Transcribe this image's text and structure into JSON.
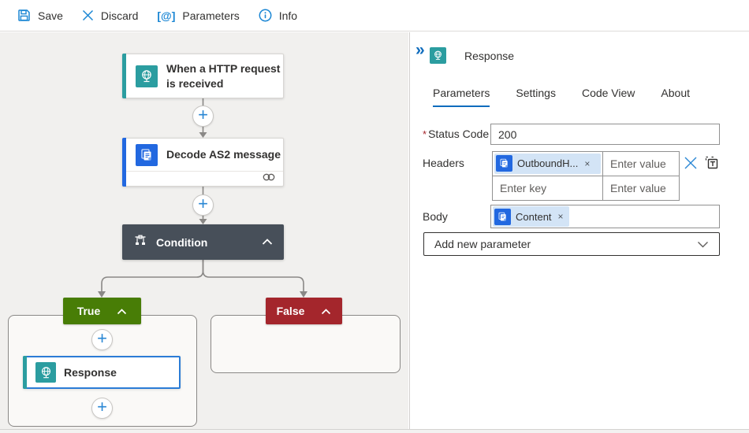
{
  "toolbar": {
    "buttons": [
      {
        "label": "Save"
      },
      {
        "label": "Discard"
      },
      {
        "label": "Parameters"
      },
      {
        "label": "Info"
      }
    ]
  },
  "glyphs": {
    "plus": "+",
    "remove": "×",
    "collapse": "»",
    "parameters_brackets": "[@]"
  },
  "canvas": {
    "trigger_title": "When a HTTP request is received",
    "action_title": "Decode AS2 message",
    "condition_title": "Condition",
    "true_label": "True",
    "false_label": "False",
    "response_title": "Response"
  },
  "panel": {
    "title": "Response",
    "tabs": [
      {
        "label": "Parameters",
        "active": true
      },
      {
        "label": "Settings",
        "active": false
      },
      {
        "label": "Code View",
        "active": false
      },
      {
        "label": "About",
        "active": false
      }
    ],
    "status_code": {
      "required_marker": "*",
      "label": "Status Code",
      "value": "200"
    },
    "headers": {
      "label": "Headers",
      "token": "OutboundH...",
      "enter_key_placeholder": "Enter key",
      "enter_value_placeholder": "Enter value"
    },
    "body": {
      "label": "Body",
      "token": "Content"
    },
    "add_new_parameter_label": "Add new parameter"
  },
  "colors": {
    "accent": "#0f6cbd",
    "toolbar_icon_blue": "#1a86d4",
    "teal": "#2b9da0",
    "action_blue": "#2268e0",
    "condition_gray": "#474f59",
    "true_green": "#487d06",
    "false_red": "#a4262c",
    "token_bg": "#d3e4f6",
    "connector_gray": "#8a8886"
  }
}
